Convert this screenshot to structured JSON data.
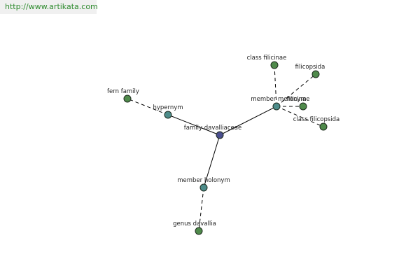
{
  "watermark": "http://www.artikata.com",
  "colors": {
    "center": "#4a4e8e",
    "relation": "#4d8c8a",
    "term": "#4f8a4b"
  },
  "graph": {
    "nodes": [
      {
        "id": "family-davalliaceae",
        "label": "family davalliaceae",
        "kind": "center"
      },
      {
        "id": "hypernym",
        "label": "hypernym",
        "kind": "relation"
      },
      {
        "id": "fern-family",
        "label": "fern family",
        "kind": "term"
      },
      {
        "id": "member-meronym",
        "label": "member meronym",
        "kind": "relation"
      },
      {
        "id": "class-filicinae-1",
        "label": "class filicinae",
        "kind": "term"
      },
      {
        "id": "filicopsida",
        "label": "filicopsida",
        "kind": "term"
      },
      {
        "id": "filicinae",
        "label": "filicinae",
        "kind": "term"
      },
      {
        "id": "class-filicopsida",
        "label": "class filicopsida",
        "kind": "term"
      },
      {
        "id": "member-holonym",
        "label": "member holonym",
        "kind": "relation"
      },
      {
        "id": "genus-davallia",
        "label": "genus davallia",
        "kind": "term"
      }
    ],
    "edges": [
      {
        "from": "family-davalliaceae",
        "to": "hypernym",
        "style": "solid"
      },
      {
        "from": "family-davalliaceae",
        "to": "member-meronym",
        "style": "solid"
      },
      {
        "from": "family-davalliaceae",
        "to": "member-holonym",
        "style": "solid"
      },
      {
        "from": "hypernym",
        "to": "fern-family",
        "style": "dashed"
      },
      {
        "from": "member-meronym",
        "to": "class-filicinae-1",
        "style": "dashed"
      },
      {
        "from": "member-meronym",
        "to": "filicopsida",
        "style": "dashed"
      },
      {
        "from": "member-meronym",
        "to": "filicinae",
        "style": "dashed"
      },
      {
        "from": "member-meronym",
        "to": "class-filicopsida",
        "style": "dashed"
      },
      {
        "from": "member-holonym",
        "to": "genus-davallia",
        "style": "dashed"
      }
    ]
  }
}
